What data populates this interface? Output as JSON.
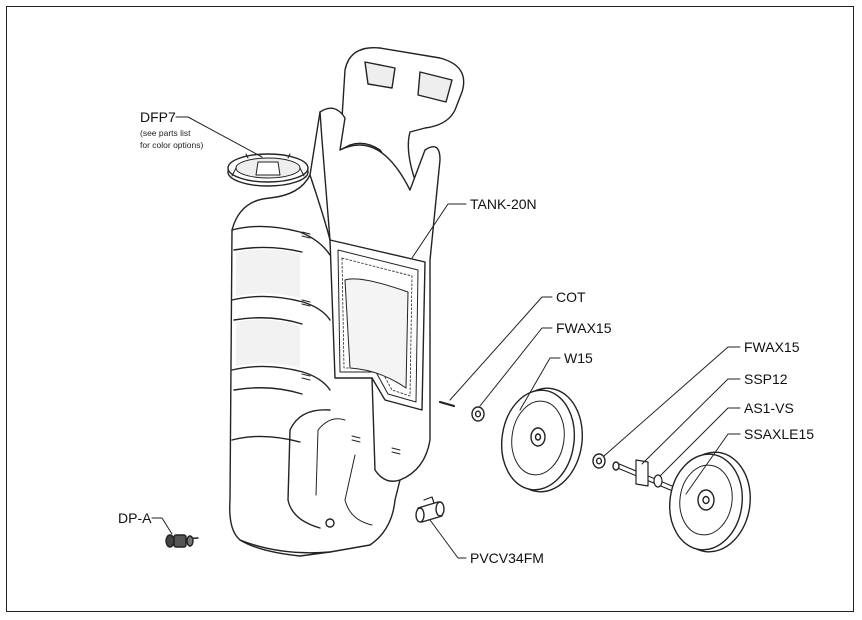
{
  "diagram": {
    "labels": {
      "dfp7": "DFP7",
      "dfp7_note_line1": "(see parts list",
      "dfp7_note_line2": "for color options)",
      "tank": "TANK-20N",
      "cot": "COT",
      "fwax15_left": "FWAX15",
      "w15": "W15",
      "fwax15_right": "FWAX15",
      "ssp12": "SSP12",
      "as1vs": "AS1-VS",
      "ssaxle15": "SSAXLE15",
      "dpa": "DP-A",
      "pvcv34fm": "PVCV34FM"
    },
    "colors": {
      "stroke": "#222222",
      "fill": "#ffffff",
      "shade": "#e6e6e6"
    }
  }
}
